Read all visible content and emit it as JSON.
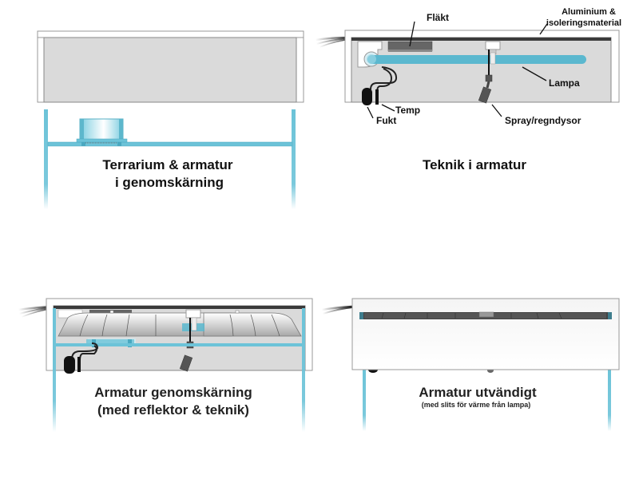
{
  "panels": {
    "top_left": {
      "caption_line1": "Terrarium & armatur",
      "caption_line2": "i genomskärning"
    },
    "top_right": {
      "caption": "Teknik i armatur",
      "labels": {
        "flakt": "Fläkt",
        "aluminium_line1": "Aluminium &",
        "aluminium_line2": "isoleringsmaterial",
        "lampa": "Lampa",
        "temp": "Temp",
        "fukt": "Fukt",
        "spray": "Spray/regndysor"
      }
    },
    "bottom_left": {
      "caption_line1": "Armatur genomskärning",
      "caption_line2": "(med reflektor & teknik)"
    },
    "bottom_right": {
      "caption_line1": "Armatur utvändigt",
      "caption_line2": "(med slits för värme från lampa)"
    }
  },
  "colors": {
    "glass": "#6cc3d8",
    "housing_fill": "#dcdcdc",
    "housing_edge": "#888888",
    "dark_strip": "#3a3a3a",
    "lamp": "#5bb8cf",
    "sensor": "#111111"
  }
}
